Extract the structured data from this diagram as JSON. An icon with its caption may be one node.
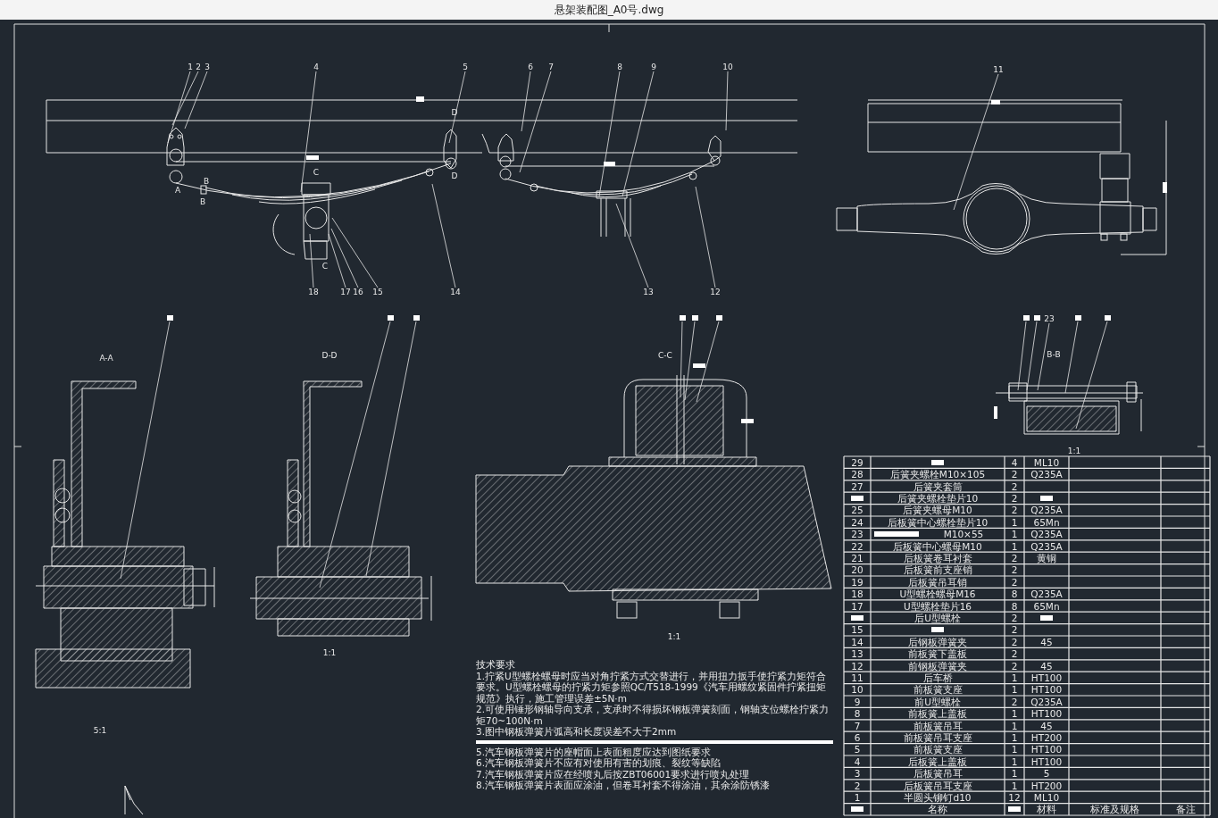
{
  "diagram": {
    "title": "悬架装配图_A0号.dwg",
    "nodes": [
      {
        "text": [
          "1"
        ]
      },
      {
        "text": [
          "2"
        ]
      },
      {
        "text": [
          "3"
        ]
      },
      {
        "text": [
          "4"
        ]
      },
      {
        "text": [
          "5"
        ]
      },
      {
        "text": [
          "6"
        ]
      },
      {
        "text": [
          "7"
        ]
      },
      {
        "text": [
          "8"
        ]
      },
      {
        "text": [
          "9"
        ]
      },
      {
        "text": [
          "10"
        ]
      },
      {
        "text": [
          "11"
        ]
      },
      {
        "text": [
          "18"
        ]
      },
      {
        "text": [
          "17"
        ]
      },
      {
        "text": [
          "16"
        ]
      },
      {
        "text": [
          "15"
        ]
      },
      {
        "text": [
          "14"
        ]
      },
      {
        "text": [
          "13"
        ]
      },
      {
        "text": [
          "12"
        ]
      },
      {
        "text": [],
        "shape": "box"
      },
      {
        "text": [],
        "shape": "box"
      },
      {
        "text": [],
        "shape": "box"
      },
      {
        "text": [],
        "shape": "box"
      },
      {
        "text": [],
        "shape": "box"
      },
      {
        "text": [],
        "shape": "box"
      },
      {
        "text": [],
        "shape": "box"
      },
      {
        "text": [],
        "shape": "box"
      },
      {
        "text": [
          "23"
        ]
      },
      {
        "text": [],
        "shape": "box"
      },
      {
        "text": [],
        "shape": "box"
      }
    ],
    "edges": [
      {
        "from": 0,
        "to": null,
        "arrow": "none"
      },
      {
        "from": 1,
        "to": null,
        "arrow": "none"
      },
      {
        "from": 2,
        "to": null,
        "arrow": "none"
      },
      {
        "from": 3,
        "to": null,
        "arrow": "none"
      },
      {
        "from": 4,
        "to": null,
        "arrow": "none"
      },
      {
        "from": 5,
        "to": null,
        "arrow": "none"
      },
      {
        "from": 6,
        "to": null,
        "arrow": "none"
      },
      {
        "from": 7,
        "to": null,
        "arrow": "none"
      },
      {
        "from": 8,
        "to": null,
        "arrow": "none"
      },
      {
        "from": 9,
        "to": null,
        "arrow": "none"
      },
      {
        "from": 10,
        "to": null,
        "arrow": "none"
      },
      {
        "from": 11,
        "to": null,
        "arrow": "none"
      },
      {
        "from": 12,
        "to": null,
        "arrow": "none"
      },
      {
        "from": 13,
        "to": null,
        "arrow": "none"
      },
      {
        "from": 14,
        "to": null,
        "arrow": "none"
      },
      {
        "from": 15,
        "to": null,
        "arrow": "none"
      },
      {
        "from": 16,
        "to": null,
        "arrow": "none"
      },
      {
        "from": 17,
        "to": null,
        "arrow": "none"
      },
      {
        "from": 18,
        "to": null,
        "arrow": "none"
      },
      {
        "from": 19,
        "to": null,
        "arrow": "none"
      },
      {
        "from": 20,
        "to": null,
        "arrow": "none"
      },
      {
        "from": 21,
        "to": null,
        "arrow": "none"
      },
      {
        "from": 22,
        "to": null,
        "arrow": "none"
      },
      {
        "from": 23,
        "to": null,
        "arrow": "none"
      },
      {
        "from": 24,
        "to": null,
        "arrow": "none"
      },
      {
        "from": 25,
        "to": null,
        "arrow": "none"
      },
      {
        "from": 26,
        "to": null,
        "arrow": "none"
      },
      {
        "from": 27,
        "to": null,
        "arrow": "none"
      },
      {
        "from": 28,
        "to": null,
        "arrow": "none"
      }
    ],
    "labels": [
      "A",
      "B",
      "B",
      "C",
      "C",
      "D",
      "D",
      "A-A",
      "D-D",
      "C-C",
      "B-B",
      "1:1",
      "1:1",
      "1:1",
      "5:1",
      "技术要求",
      "1.拧紧U型螺栓螺母时应当对角拧紧方式交替进行，并用扭力扳手使拧紧力矩符合要求。U型螺栓螺母的拧紧力矩参照QC/T518-1999《汽车用螺纹紧固件拧紧扭矩规范》执行，施工管理误差±5N·m",
      "2.可使用锤形钢轴导向支承，支承时不得损坏钢板弹簧刻面，钢轴支位螺栓拧紧力矩70~100N·m",
      "3.图中钢板弹簧片弧高和长度误差不大于2mm",
      "5.汽车钢板弹簧片的座帽面上表面粗度应达到图纸要求",
      "6.汽车钢板弹簧片不应有对使用有害的划痕、裂纹等缺陷",
      "7.汽车钢板弹簧片应在经喷丸后按ZBT06001要求进行喷丸处理",
      "8.汽车钢板弹簧片表面应涂油，但卷耳衬套不得涂油，其余涂防锈漆",
      "29",
      "4",
      "ML10",
      "28",
      "后簧夹螺栓M10×105",
      "2",
      "Q235A",
      "27",
      "后簧夹套筒",
      "2",
      "后簧夹螺栓垫片10",
      "2",
      "25",
      "后簧夹螺母M10",
      "2",
      "Q235A",
      "24",
      "后板簧中心螺栓垫片10",
      "1",
      "65Mn",
      "23",
      "M10×55",
      "1",
      "Q235A",
      "22",
      "后板簧中心螺母M10",
      "1",
      "Q235A",
      "21",
      "后板簧卷耳衬套",
      "2",
      "黄铜",
      "20",
      "后板簧前支座销",
      "2",
      "19",
      "后板簧吊耳销",
      "2",
      "18",
      "U型螺栓螺母M16",
      "8",
      "Q235A",
      "17",
      "U型螺栓垫片16",
      "8",
      "65Mn",
      "后U型螺栓",
      "2",
      "15",
      "2",
      "14",
      "后钢板弹簧夹",
      "2",
      "45",
      "13",
      "前板簧下盖板",
      "2",
      "12",
      "前钢板弹簧夹",
      "2",
      "45",
      "11",
      "后车桥",
      "1",
      "HT100",
      "10",
      "前板簧支座",
      "1",
      "HT100",
      "9",
      "前U型螺栓",
      "2",
      "Q235A",
      "8",
      "前板簧上盖板",
      "1",
      "HT100",
      "7",
      "前板簧吊耳",
      "1",
      "45",
      "6",
      "前板簧吊耳支座",
      "1",
      "HT200",
      "5",
      "前板簧支座",
      "1",
      "HT100",
      "4",
      "后板簧上盖板",
      "1",
      "HT100",
      "3",
      "后板簧吊耳",
      "1",
      "5",
      "2",
      "后板簧吊耳支座",
      "1",
      "HT200",
      "1",
      "半圆头铆钉d10",
      "12",
      "ML10",
      "名称",
      "材料",
      "标准及规格",
      "备注"
    ]
  }
}
